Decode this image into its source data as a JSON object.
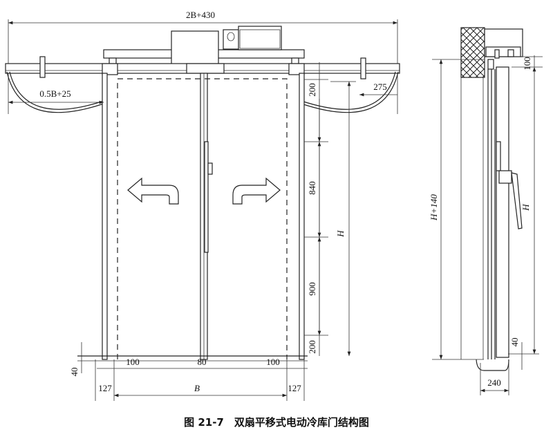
{
  "figure": {
    "caption": "图 21-7　双扇平移式电动冷库门结构图",
    "front_view": {
      "overall_width": "2B+430",
      "half_width": "0.5B+25",
      "arc_offset": "275",
      "top_clearance": "200",
      "segment_upper": "840",
      "segment_lower": "900",
      "bottom_clearance": "200",
      "height": "H",
      "sill": "40",
      "left_overlap": "100",
      "center_gap": "80",
      "right_overlap": "100",
      "opening_width": "B",
      "left_side": "127",
      "right_side": "127"
    },
    "side_view": {
      "total_height": "H+140",
      "height": "H",
      "top": "100",
      "bottom": "40",
      "depth": "240"
    }
  }
}
